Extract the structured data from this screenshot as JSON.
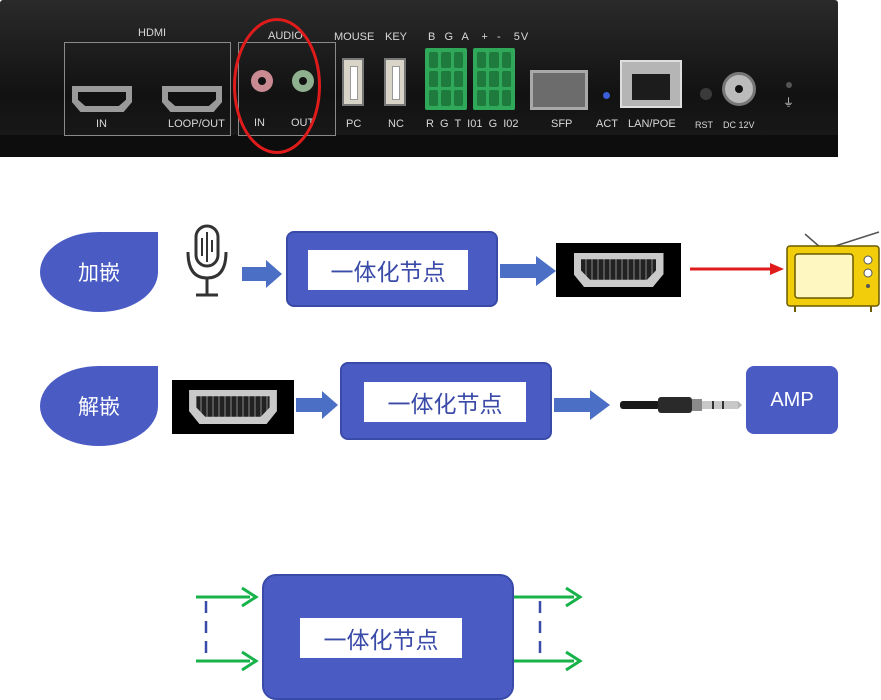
{
  "device_panel": {
    "hdmi": {
      "title": "HDMI",
      "in_label": "IN",
      "loop_label": "LOOP/OUT"
    },
    "audio": {
      "title": "AUDIO",
      "in_label": "IN",
      "out_label": "OUT"
    },
    "mouse": {
      "title": "MOUSE",
      "sub_label": "PC"
    },
    "key": {
      "title": "KEY",
      "sub_label": "NC"
    },
    "terminal_top_labels": "B  G  A   +  -   5V",
    "terminal_bottom_labels": "R  G  T  I01  G  I02",
    "sfp_label": "SFP",
    "act_label": "ACT",
    "lan_label": "LAN/POE",
    "rst_label": "RST",
    "dc_label": "DC 12V",
    "ground_symbol": "⏚",
    "highlight_color": "#e01b1b"
  },
  "embed_row": {
    "label": "加嵌",
    "node_label": "一体化节点",
    "icons": [
      "microphone-icon",
      "hdmi-port-icon",
      "tv-icon"
    ]
  },
  "de_embed_row": {
    "label": "解嵌",
    "node_label": "一体化节点",
    "amp_label": "AMP",
    "icons": [
      "hdmi-port-icon",
      "audio-jack-icon"
    ]
  },
  "loop_row": {
    "node_label": "一体化节点"
  },
  "colors": {
    "node_fill": "#4a5bc4",
    "arrow_fill": "#4a6fc4",
    "green_arrow": "#17b24a",
    "red_arrow": "#e01b1b",
    "tv_yellow": "#f2cd0c"
  }
}
